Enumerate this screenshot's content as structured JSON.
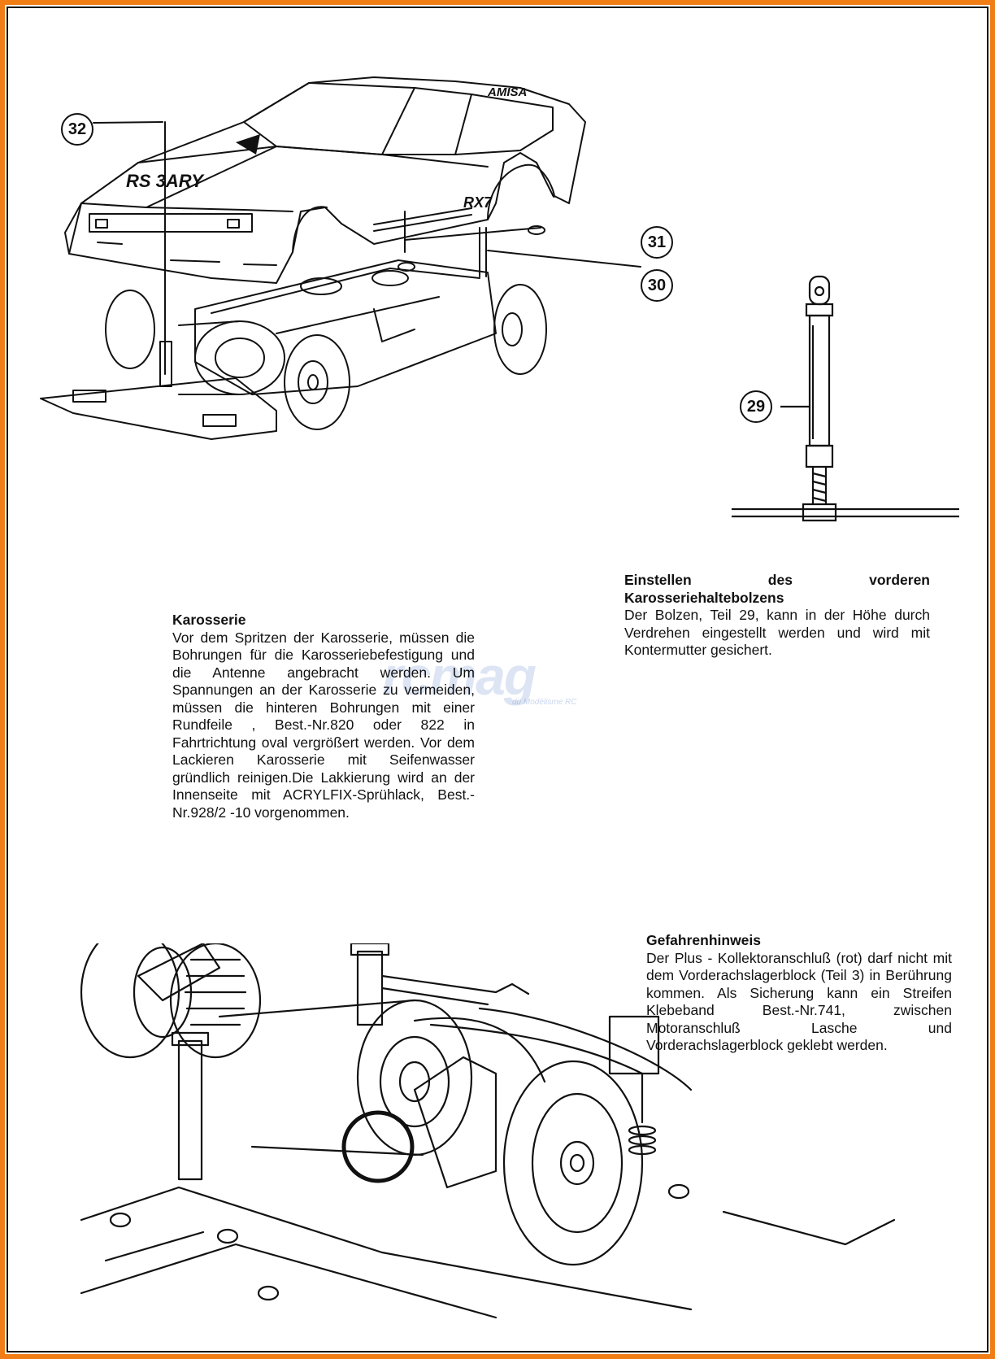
{
  "frame": {
    "accent_color": "#f07d16"
  },
  "callouts": {
    "c32": "32",
    "c31": "31",
    "c30": "30",
    "c29": "29"
  },
  "karosserie": {
    "heading": "Karosserie",
    "body": "Vor dem Spritzen der Karosserie, müssen die Bohrungen für die Karosseriebefestigung und die Antenne angebracht werden.  Um Spannungen an der Karosserie zu vermeiden, müssen die hinteren Bohrungen mit einer Rundfeile , Best.-Nr.820 oder 822 in Fahrtrichtung oval vergrößert werden. Vor dem Lackieren Karosserie mit Seifenwasser gründlich reinigen.Die Lakkierung wird an der Innenseite mit ACRYLFIX-Sprühlack, Best.-Nr.928/2 -10 vorgenommen."
  },
  "einstellen": {
    "heading": "Einstellen des vorderen Karosseriehaltebolzens",
    "body": "Der Bolzen, Teil 29, kann in der Höhe durch Verdrehen eingestellt werden und wird mit Kontermutter gesichert."
  },
  "gefahren": {
    "heading": "Gefahrenhinweis",
    "body": "Der Plus - Kollektoranschluß (rot) darf nicht mit dem Vorderachslagerblock (Teil 3) in Berührung kommen. Als Sicherung kann ein Streifen Klebeband Best.-Nr.741, zwischen Motoranschluß Lasche und Vorderachslagerblock geklebt werden."
  },
  "car_body": {
    "decal_1": "RS 3ARY",
    "decal_2": "RX7",
    "decal_3": "AMISA"
  },
  "watermark": {
    "word": "rcmag",
    "sub": "du Modélisme RC"
  }
}
